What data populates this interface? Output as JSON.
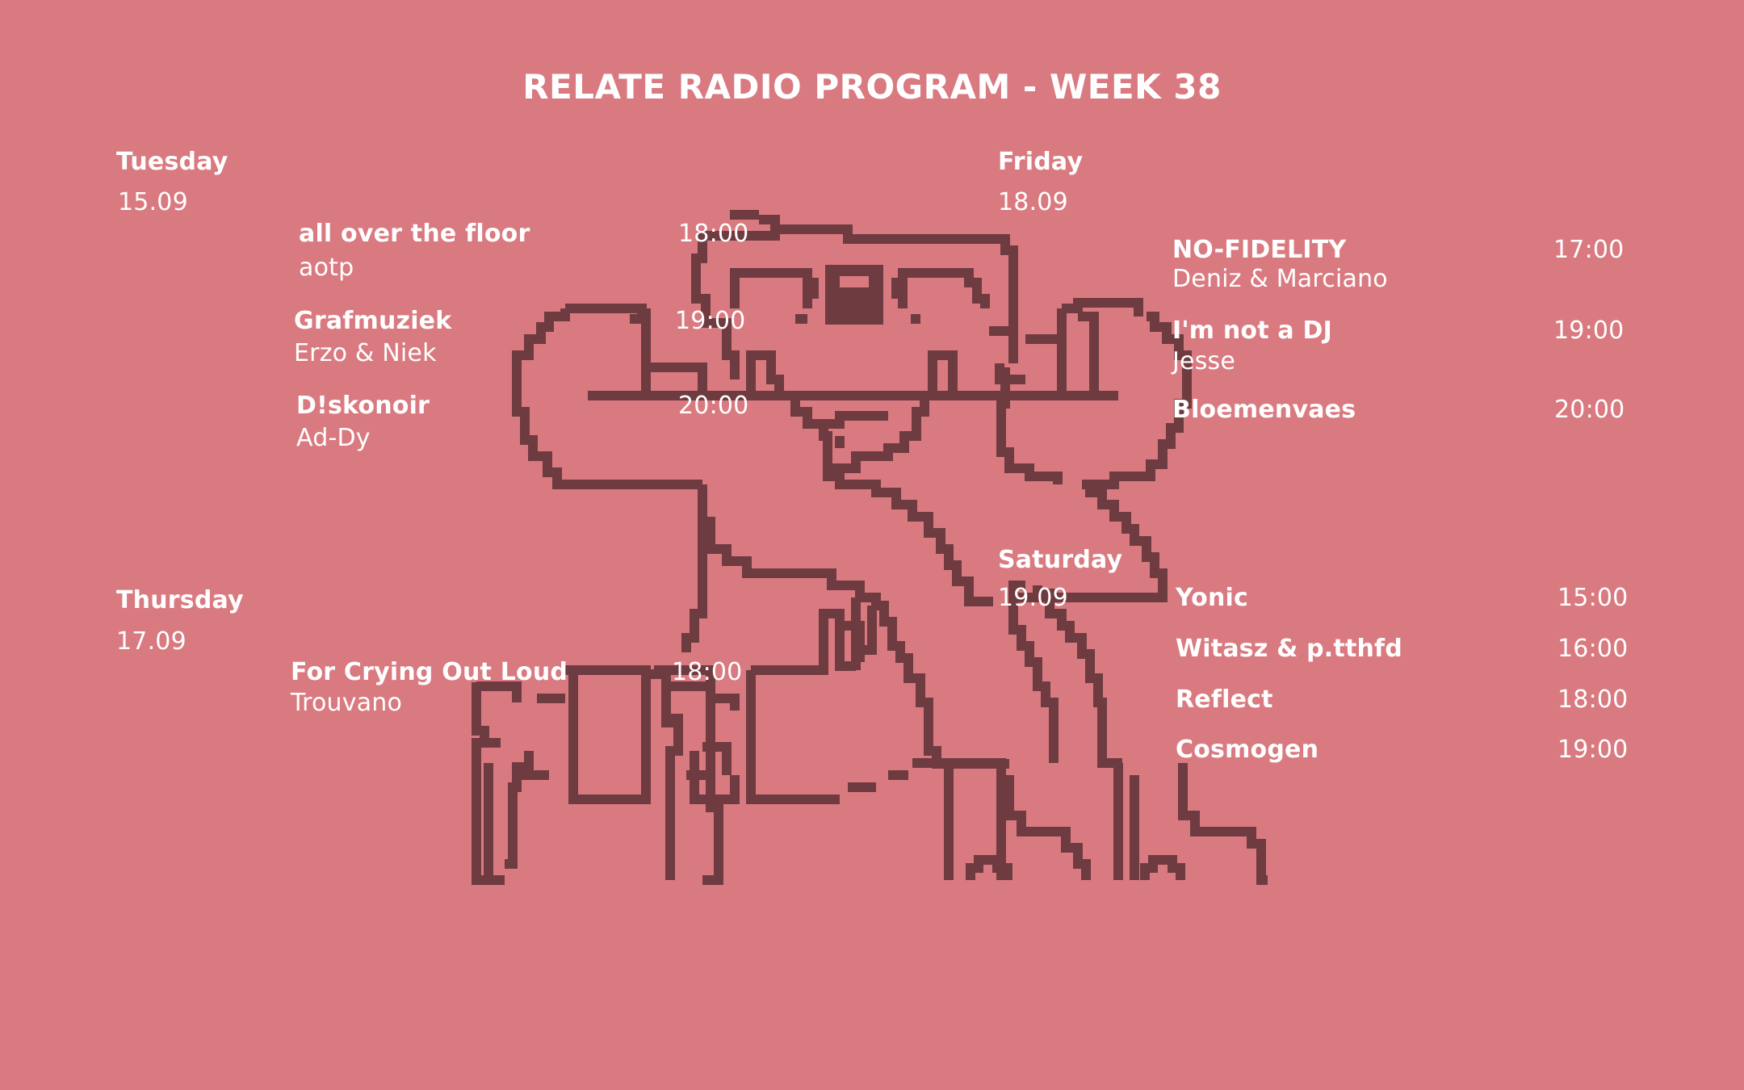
{
  "title": "RELATE RADIO PROGRAM - WEEK 38",
  "colors": {
    "background": "#d97a80",
    "text": "#ffffff",
    "illustration": "#6e3b41"
  },
  "illustration": {
    "name": "pixel-art-character-illustration"
  },
  "days": {
    "tuesday": {
      "day": "Tuesday",
      "date": "15.09",
      "shows": [
        {
          "title": "all over the floor",
          "host": "aotp",
          "time": "18:00"
        },
        {
          "title": "Grafmuziek",
          "host": "Erzo & Niek",
          "time": "19:00"
        },
        {
          "title": "D!skonoir",
          "host": "Ad-Dy",
          "time": "20:00"
        }
      ]
    },
    "thursday": {
      "day": "Thursday",
      "date": "17.09",
      "shows": [
        {
          "title": "For Crying Out Loud",
          "host": "Trouvano",
          "time": "18:00"
        }
      ]
    },
    "friday": {
      "day": "Friday",
      "date": "18.09",
      "shows": [
        {
          "title": "NO-FIDELITY",
          "host": "Deniz & Marciano",
          "time": "17:00"
        },
        {
          "title": "I'm not a DJ",
          "host": "Jesse",
          "time": "19:00"
        },
        {
          "title": "Bloemenvaes",
          "time": "20:00"
        }
      ]
    },
    "saturday": {
      "day": "Saturday",
      "date": "19.09",
      "shows": [
        {
          "title": "Yonic",
          "time": "15:00"
        },
        {
          "title": "Witasz & p.tthfd",
          "time": "16:00"
        },
        {
          "title": "Reflect",
          "time": "18:00"
        },
        {
          "title": "Cosmogen",
          "time": "19:00"
        }
      ]
    }
  }
}
